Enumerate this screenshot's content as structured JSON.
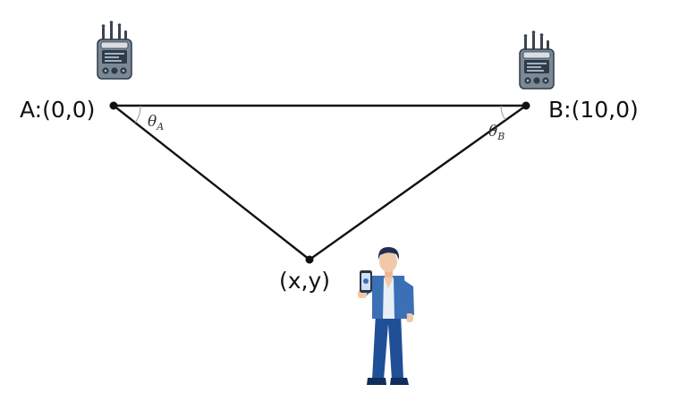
{
  "points": {
    "a": {
      "label": "A:(0,0)"
    },
    "b": {
      "label": "B:(10,0)"
    },
    "p": {
      "label": "(x,y)"
    }
  },
  "angles": {
    "a": {
      "symbol": "θ",
      "subscript": "A"
    },
    "b": {
      "symbol": "θ",
      "subscript": "B"
    }
  },
  "icons": {
    "transmitter": "radio-transmitter-icon",
    "person": "person-with-phone-icon"
  },
  "colors": {
    "line": "#111111",
    "transmitter_body": "#7b8996",
    "transmitter_screen": "#2f3b47",
    "shirt": "#3b6fb6",
    "pants": "#1f4f96",
    "skin": "#f2c9a8",
    "hair": "#1e2f52"
  }
}
